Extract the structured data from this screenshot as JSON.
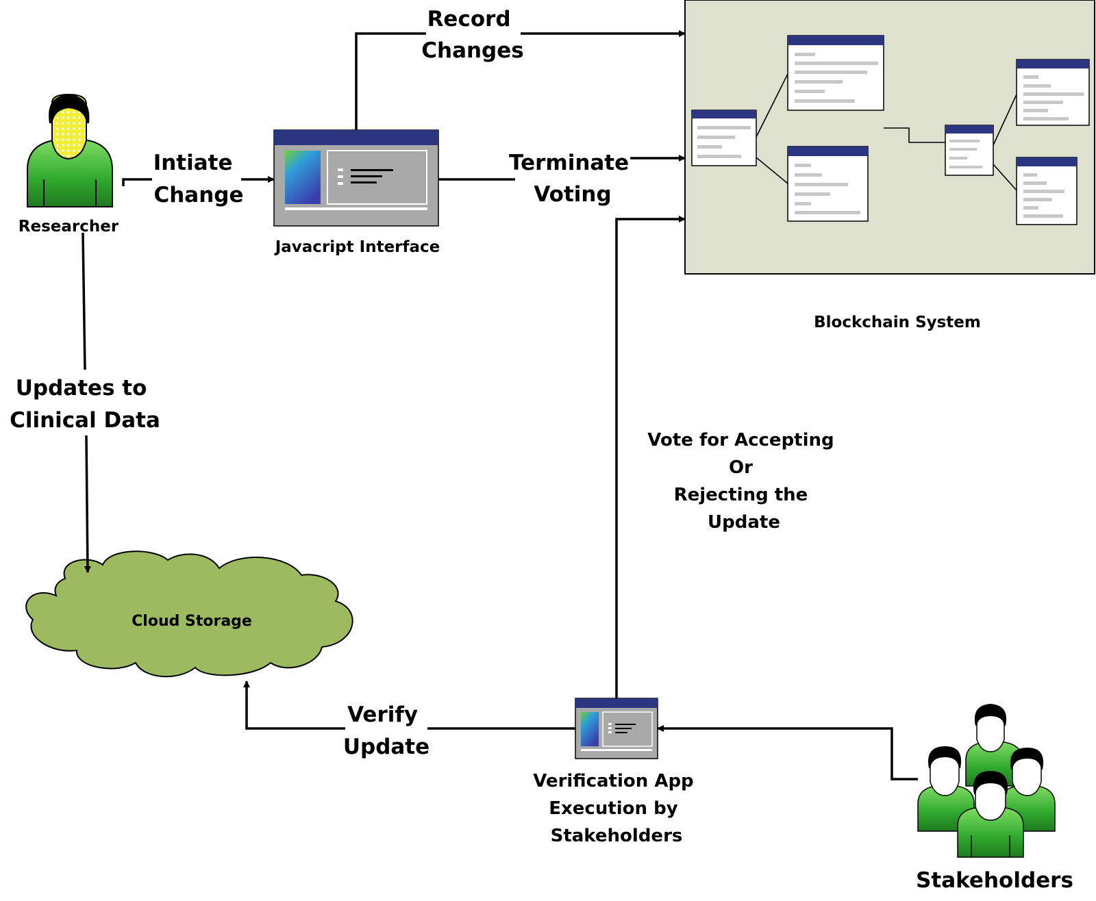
{
  "labels": {
    "researcher": "Researcher",
    "initiate_change": [
      "Intiate",
      "Change"
    ],
    "js_interface": "Javacript Interface",
    "record_changes": [
      "Record",
      "Changes"
    ],
    "terminate_voting": [
      "Terminate",
      "Voting"
    ],
    "blockchain_system": "Blockchain System",
    "updates_clinical": [
      "Updates to",
      "Clinical Data"
    ],
    "cloud_storage": "Cloud Storage",
    "vote_text": [
      "Vote for Accepting",
      "Or",
      "Rejecting the",
      "Update"
    ],
    "verify_update": [
      "Verify",
      "Update"
    ],
    "verification_app": [
      "Verification App",
      "Execution by",
      "Stakeholders"
    ],
    "stakeholders": "Stakeholders"
  },
  "colors": {
    "person_green": "#3fb23a",
    "blockchain_bg": "#dfe1cf",
    "cloud_green": "#9cbb61",
    "window_bar": "#2b3580",
    "window_body": "#a9a9a9"
  },
  "icons": {
    "researcher": "person-icon",
    "stakeholders": "people-group-icon",
    "interface": "app-window-icon",
    "cloud": "cloud-icon",
    "blockchain": "database-tables-icon"
  }
}
